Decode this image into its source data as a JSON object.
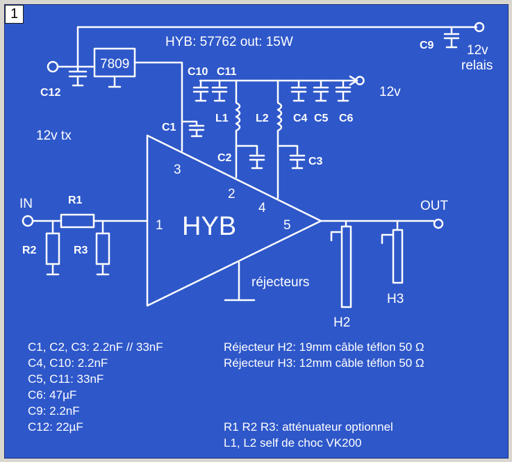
{
  "figure_number": "1",
  "header": "HYB: 57762  out: 15W",
  "regulator": "7809",
  "amplifier": "HYB",
  "terminals": {
    "in": "IN",
    "out": "OUT",
    "supply_12v": "12v",
    "relay_top": "12v",
    "relay_bottom": "relais",
    "tx": "12v tx"
  },
  "pins": [
    "1",
    "2",
    "3",
    "4",
    "5"
  ],
  "components": {
    "c1": "C1",
    "c2": "C2",
    "c3": "C3",
    "c4": "C4",
    "c5": "C5",
    "c6": "C6",
    "c9": "C9",
    "c10": "C10",
    "c11": "C11",
    "c12": "C12",
    "l1": "L1",
    "l2": "L2",
    "r1": "R1",
    "r2": "R2",
    "r3": "R3",
    "h2": "H2",
    "h3": "H3"
  },
  "rejecteurs_label": "réjecteurs",
  "notes_left": [
    "C1, C2, C3: 2.2nF // 33nF",
    "C4, C10: 2.2nF",
    "C5, C11: 33nF",
    "C6: 47µF",
    "C9: 2.2nF",
    "C12: 22µF"
  ],
  "notes_right_top": [
    "Réjecteur H2: 19mm câble téflon 50 Ω",
    "Réjecteur H3: 12mm câble téflon 50 Ω"
  ],
  "notes_right_bottom": [
    "R1 R2 R3: atténuateur optionnel",
    "L1, L2 self de choc VK200"
  ],
  "colors": {
    "background": "#2e57c9",
    "ink": "#ffffff",
    "frame": "#d9d6cf"
  }
}
